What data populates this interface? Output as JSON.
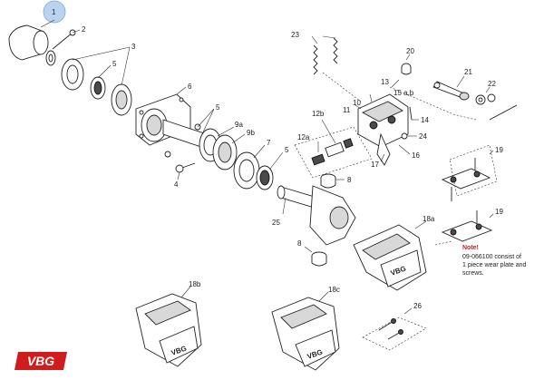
{
  "callouts": {
    "c1": "1",
    "c2": "2",
    "c3": "3",
    "c4": "4",
    "c5a": "5",
    "c5b": "5",
    "c5c": "5",
    "c6": "6",
    "c7": "7",
    "c8a": "8",
    "c8b": "8",
    "c9a": "9a",
    "c9b": "9b",
    "c10": "10",
    "c11": "11",
    "c12a": "12a",
    "c12b": "12b",
    "c13": "13",
    "c14": "14",
    "c15": "15 a,b",
    "c16": "16",
    "c17": "17",
    "c18a": "18a",
    "c18b": "18b",
    "c18c": "18c",
    "c19a": "19",
    "c19b": "19",
    "c20": "20",
    "c21": "21",
    "c22": "22",
    "c23": "23",
    "c24": "24",
    "c25": "25",
    "c26": "26"
  },
  "note": {
    "title": "Note!",
    "line1": "09-066100 consist of",
    "line2": "1 piece wear plate and",
    "line3": "screws."
  },
  "logo": {
    "text": "VBG",
    "color": "#d01c1c"
  },
  "highlight": {
    "callout": "1",
    "color": "#b9d3f0"
  }
}
